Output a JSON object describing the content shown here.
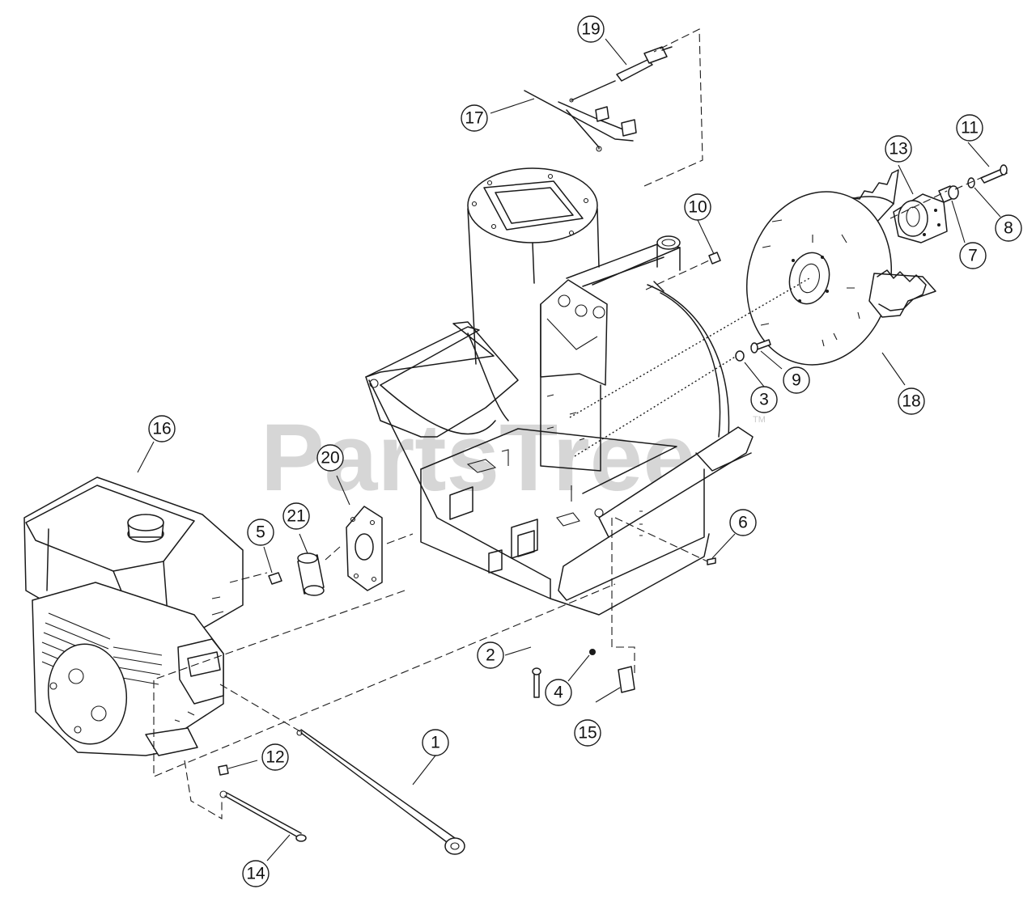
{
  "watermark": {
    "text": "PartsTree",
    "trademark": "TM"
  },
  "callouts": [
    {
      "id": "1",
      "label": "1"
    },
    {
      "id": "2",
      "label": "2"
    },
    {
      "id": "3",
      "label": "3"
    },
    {
      "id": "4",
      "label": "4"
    },
    {
      "id": "5",
      "label": "5"
    },
    {
      "id": "6",
      "label": "6"
    },
    {
      "id": "7",
      "label": "7"
    },
    {
      "id": "8",
      "label": "8"
    },
    {
      "id": "9",
      "label": "9"
    },
    {
      "id": "10",
      "label": "10"
    },
    {
      "id": "11",
      "label": "11"
    },
    {
      "id": "12",
      "label": "12"
    },
    {
      "id": "13",
      "label": "13"
    },
    {
      "id": "14",
      "label": "14"
    },
    {
      "id": "15",
      "label": "15"
    },
    {
      "id": "16",
      "label": "16"
    },
    {
      "id": "17",
      "label": "17"
    },
    {
      "id": "18",
      "label": "18"
    },
    {
      "id": "19",
      "label": "19"
    },
    {
      "id": "20",
      "label": "20"
    },
    {
      "id": "21",
      "label": "21"
    }
  ],
  "colors": {
    "line": "#1a1a1a",
    "watermark": "#c9c9c9",
    "background": "#ffffff"
  }
}
